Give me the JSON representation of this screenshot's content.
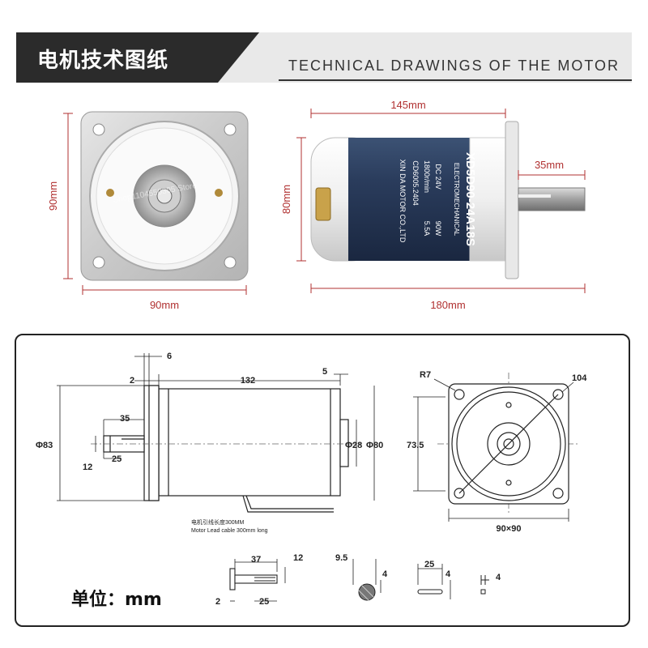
{
  "header": {
    "title_cn": "电机技术图纸",
    "title_en": "TECHNICAL DRAWINGS OF THE MOTOR"
  },
  "photo": {
    "front_height": "90mm",
    "front_width": "90mm",
    "side_length": "145mm",
    "side_height": "80mm",
    "shaft_length": "35mm",
    "total_length": "180mm",
    "label": {
      "model": "XD5D90-24A18S",
      "brand": "ELECTROMECHANICAL",
      "spec1": "DC 24V",
      "spec1b": "90W",
      "spec2": "1800r/min",
      "spec2b": "5.5A",
      "spec3": "CD6005.2404",
      "maker": "XIN DA MOTOR CO.,LTD"
    },
    "watermark": "Shop1104550305 Store"
  },
  "drawing": {
    "side": {
      "d6": "6",
      "d2": "2",
      "d132": "132",
      "d5": "5",
      "d35": "35",
      "d12": "12",
      "d25": "25",
      "phi83": "Φ83",
      "phi28": "Φ28",
      "phi80": "Φ80",
      "cable_cn": "电机引线长度300MM",
      "cable_en": "Motor Lead cable 300mm long"
    },
    "front": {
      "r7": "R7",
      "d104": "104",
      "d73": "73.5",
      "d90": "90×90"
    },
    "details": {
      "s37": "37",
      "s12": "12",
      "s2": "2",
      "s25": "25",
      "k95": "9.5",
      "k4": "4",
      "kk25": "25",
      "kk4": "4",
      "sq4": "4"
    },
    "unit": "单位：mm"
  }
}
